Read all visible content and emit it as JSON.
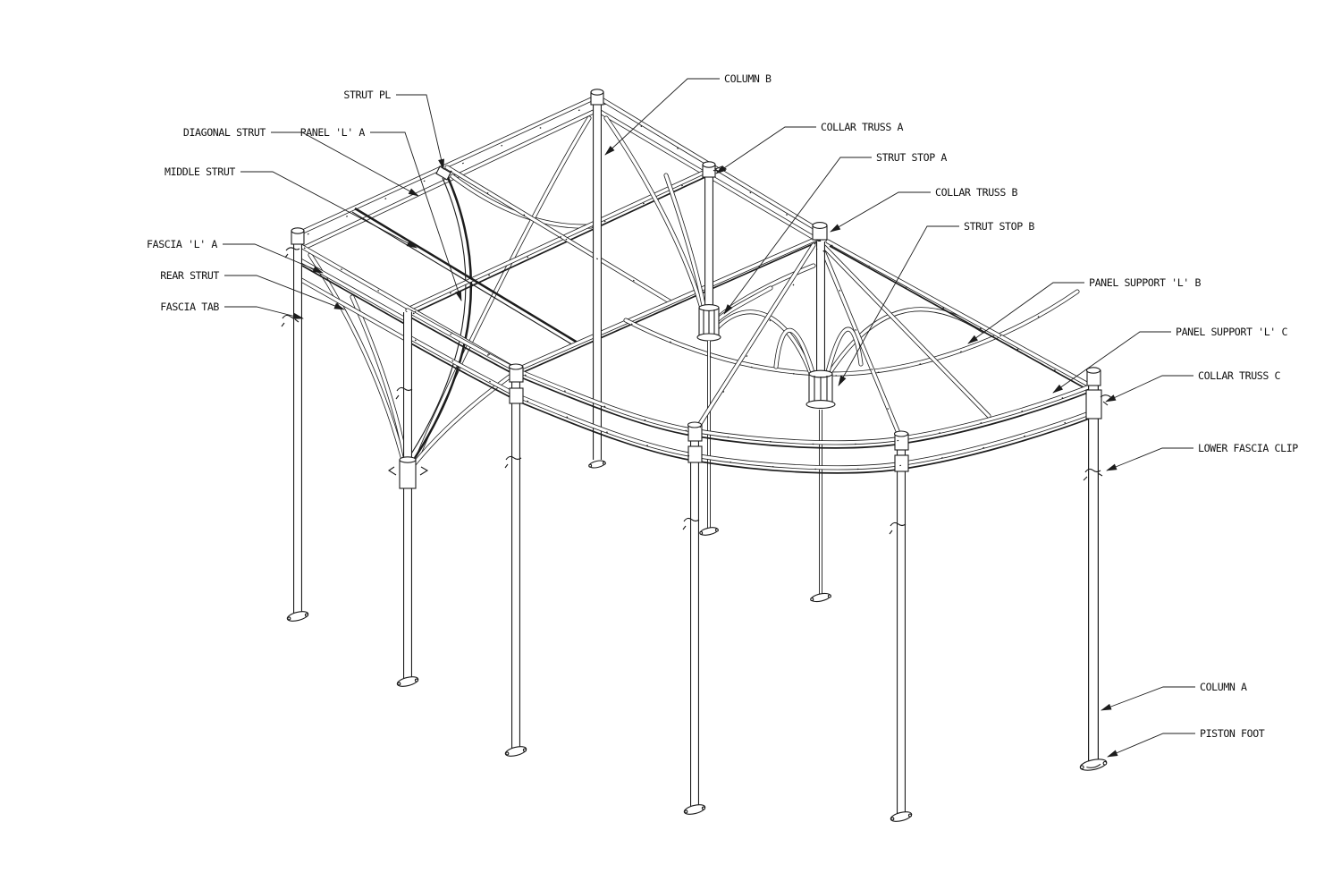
{
  "drawing": {
    "background": "#ffffff",
    "line_color": "#1c1c1c",
    "text_color": "#111111",
    "view": "isometric wireframe assembly of curved-front canopy frame",
    "callouts": [
      {
        "id": "strut-pl",
        "text": "STRUT PL"
      },
      {
        "id": "diagonal-strut",
        "text": "DIAGONAL STRUT"
      },
      {
        "id": "panel-l-a",
        "text": "PANEL 'L' A"
      },
      {
        "id": "middle-strut",
        "text": "MIDDLE STRUT"
      },
      {
        "id": "fascia-l-a",
        "text": "FASCIA 'L' A"
      },
      {
        "id": "rear-strut",
        "text": "REAR STRUT"
      },
      {
        "id": "fascia-tab",
        "text": "FASCIA TAB"
      },
      {
        "id": "column-b",
        "text": "COLUMN B"
      },
      {
        "id": "collar-truss-a",
        "text": "COLLAR TRUSS A"
      },
      {
        "id": "strut-stop-a",
        "text": "STRUT STOP A"
      },
      {
        "id": "collar-truss-b",
        "text": "COLLAR TRUSS B"
      },
      {
        "id": "strut-stop-b",
        "text": "STRUT STOP B"
      },
      {
        "id": "panel-support-l-b",
        "text": "PANEL SUPPORT 'L' B"
      },
      {
        "id": "panel-support-l-c",
        "text": "PANEL SUPPORT 'L' C"
      },
      {
        "id": "collar-truss-c",
        "text": "COLLAR TRUSS C"
      },
      {
        "id": "lower-fascia-clip",
        "text": "LOWER FASCIA CLIP"
      },
      {
        "id": "column-a",
        "text": "COLUMN A"
      },
      {
        "id": "piston-foot",
        "text": "PISTON FOOT"
      }
    ]
  }
}
